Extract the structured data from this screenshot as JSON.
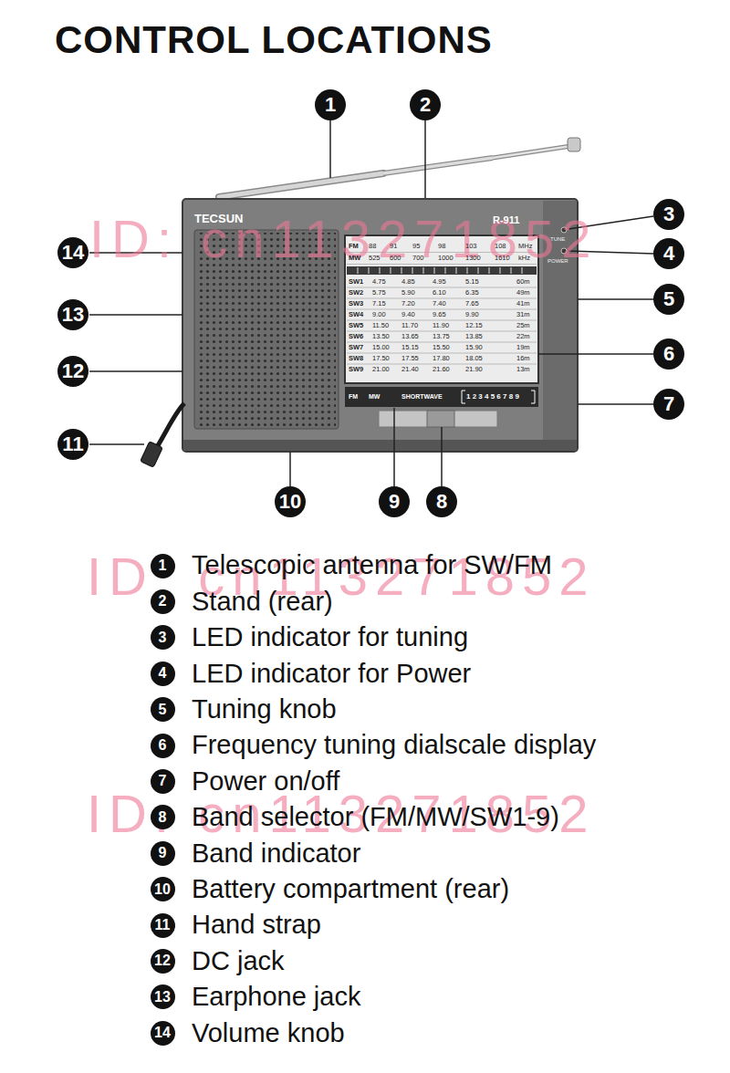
{
  "diagram": {
    "title": "CONTROL LOCATIONS",
    "nodes": [
      {
        "text": [
          "1"
        ]
      },
      {
        "text": [
          "2"
        ]
      },
      {
        "text": [
          "3"
        ]
      },
      {
        "text": [
          "4"
        ]
      },
      {
        "text": [
          "5"
        ]
      },
      {
        "text": [
          "6"
        ]
      },
      {
        "text": [
          "7"
        ]
      },
      {
        "text": [
          "8"
        ]
      },
      {
        "text": [
          "9"
        ]
      },
      {
        "text": [
          "10"
        ]
      },
      {
        "text": [
          "11"
        ]
      },
      {
        "text": [
          "12"
        ]
      },
      {
        "text": [
          "13"
        ]
      },
      {
        "text": [
          "14"
        ]
      },
      {
        "text": [
          "1"
        ]
      },
      {
        "text": [
          "2"
        ]
      },
      {
        "text": [
          "3"
        ]
      },
      {
        "text": [
          "4"
        ]
      },
      {
        "text": [
          "5"
        ]
      },
      {
        "text": [
          "6"
        ]
      },
      {
        "text": [
          "7"
        ]
      },
      {
        "text": [
          "8"
        ]
      },
      {
        "text": [
          "9"
        ]
      },
      {
        "text": [
          "10"
        ]
      },
      {
        "text": [
          "11"
        ]
      },
      {
        "text": [
          "12"
        ]
      },
      {
        "text": [
          "13"
        ]
      },
      {
        "text": [
          "14"
        ]
      }
    ],
    "labels": [
      "ID: cn113271852",
      "TECSUN",
      "R-911",
      "TUNE",
      "POWER",
      "FM",
      "MW",
      "SHORTWAVE",
      "1 2 3 4 5 6 7 8 9",
      "Telescopic antenna for SW/FM",
      "Stand (rear)",
      "LED indicator for tuning",
      "LED indicator for Power",
      "Tuning knob",
      "Frequency tuning dialscale display",
      "Power on/off",
      "Band selector (FM/MW/SW1-9)",
      "Band indicator",
      "Battery compartment (rear)",
      "Hand strap",
      "DC jack",
      "Earphone jack",
      "Volume knob",
      "ID: cn113271852",
      "ID: cn113271852",
      "FM",
      "88",
      "91",
      "95",
      "98",
      "103",
      "108",
      "MHz",
      "MW",
      "525",
      "600",
      "700",
      "1000",
      "1300",
      "1610",
      "kHz",
      "SW1",
      "4.75",
      "4.85",
      "4.95",
      "5.15",
      "60m",
      "SW2",
      "5.75",
      "5.90",
      "6.10",
      "6.35",
      "49m",
      "SW3",
      "7.15",
      "7.20",
      "7.40",
      "7.65",
      "41m",
      "SW4",
      "9.00",
      "9.40",
      "9.65",
      "9.90",
      "31m",
      "SW5",
      "11.50",
      "11.70",
      "11.90",
      "12.15",
      "25m",
      "SW6",
      "13.50",
      "13.65",
      "13.75",
      "13.85",
      "22m",
      "SW7",
      "15.00",
      "15.15",
      "15.50",
      "15.90",
      "19m",
      "SW8",
      "17.50",
      "17.55",
      "17.80",
      "18.05",
      "16m",
      "SW9",
      "21.00",
      "21.40",
      "21.60",
      "21.90",
      "13m"
    ]
  }
}
